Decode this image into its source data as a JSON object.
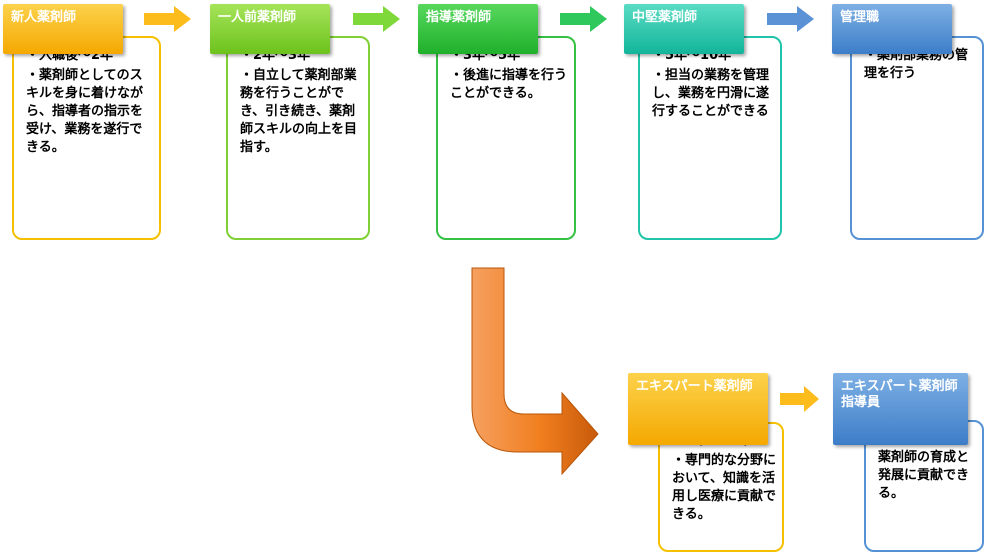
{
  "stages": [
    {
      "id": "new",
      "title": "新人薬剤師",
      "color": "#f5a800",
      "colorLight": "#fcd24c",
      "items": [
        "・入職後～2年",
        "・薬剤師としてのスキルを身に着けながら、指導者の指示を受け、業務を遂行できる。"
      ]
    },
    {
      "id": "independent",
      "title": "一人前薬剤師",
      "color": "#6cc21c",
      "colorLight": "#a6e45a",
      "items": [
        "・2年～3年",
        "・自立して薬剤部業務を行うことができ、引き続き、薬剤師スキルの向上を目指す。"
      ]
    },
    {
      "id": "leader",
      "title": "指導薬剤師",
      "color": "#1fb02a",
      "colorLight": "#58d85e",
      "items": [
        "・3年～5年",
        "・後進に指導を行うことができる。"
      ]
    },
    {
      "id": "mid",
      "title": "中堅薬剤師",
      "color": "#12b59a",
      "colorLight": "#5adcc4",
      "items": [
        "・5年～10年",
        "・担当の業務を管理し、業務を円滑に遂行することができる"
      ]
    },
    {
      "id": "manager",
      "title": "管理職",
      "color": "#3d7dc8",
      "colorLight": "#7eb0e4",
      "items": [
        "・薬剤部業務の管理を行う"
      ]
    },
    {
      "id": "expert",
      "title": "エキスパート薬剤師",
      "color": "#f5a800",
      "colorLight": "#fcd24c",
      "items": [
        "・5年～10年",
        "・専門的な分野において、知識を活用し医療に貢献できる。"
      ]
    },
    {
      "id": "expert-instructor",
      "title": "エキスパート薬剤師指導員",
      "color": "#3d7dc8",
      "colorLight": "#7eb0e4",
      "items": [
        "・エキスパート薬剤師の育成と発展に貢献できる。"
      ]
    }
  ],
  "arrows": {
    "a1": "#fcbc1c",
    "a2": "#7ed83a",
    "a3": "#2ec85c",
    "a4": "#3ed4b4",
    "a5": "#5b92d6",
    "a6": "#fcbc1c",
    "branch": "#f07e1e"
  }
}
